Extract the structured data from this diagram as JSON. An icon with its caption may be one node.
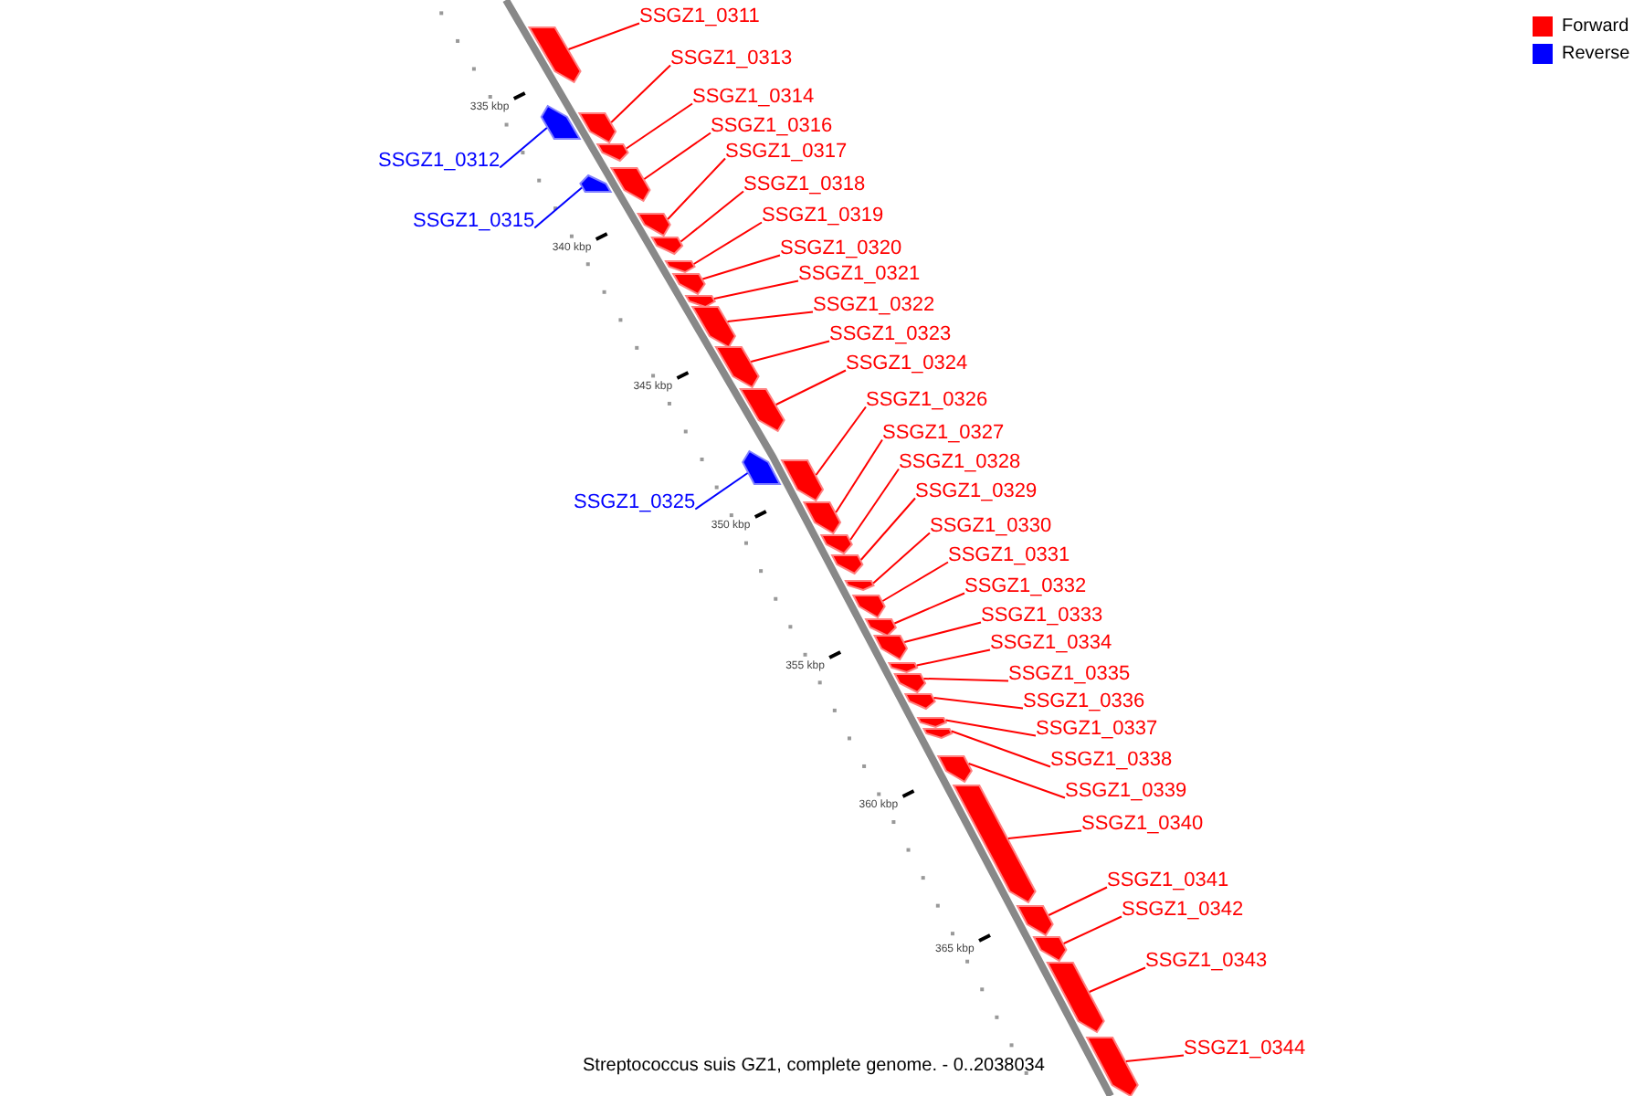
{
  "diagram": {
    "caption": "Streptococcus suis GZ1, complete genome. - 0..2038034",
    "nodes": [
      {
        "text": [
          "SSGZ1_0311"
        ]
      },
      {
        "text": [],
        "shape": "arrow"
      },
      {
        "text": [
          "SSGZ1_0312"
        ]
      },
      {
        "text": [],
        "shape": "arrow"
      },
      {
        "text": [
          "SSGZ1_0313"
        ]
      },
      {
        "text": [],
        "shape": "arrow"
      },
      {
        "text": [
          "SSGZ1_0314"
        ]
      },
      {
        "text": [],
        "shape": "arrow"
      },
      {
        "text": [
          "SSGZ1_0315"
        ]
      },
      {
        "text": [],
        "shape": "arrow"
      },
      {
        "text": [
          "SSGZ1_0316"
        ]
      },
      {
        "text": [],
        "shape": "arrow"
      },
      {
        "text": [
          "SSGZ1_0317"
        ]
      },
      {
        "text": [],
        "shape": "arrow"
      },
      {
        "text": [
          "SSGZ1_0318"
        ]
      },
      {
        "text": [],
        "shape": "arrow"
      },
      {
        "text": [
          "SSGZ1_0319"
        ]
      },
      {
        "text": [],
        "shape": "arrow"
      },
      {
        "text": [
          "SSGZ1_0320"
        ]
      },
      {
        "text": [],
        "shape": "arrow"
      },
      {
        "text": [
          "SSGZ1_0321"
        ]
      },
      {
        "text": [],
        "shape": "arrow"
      },
      {
        "text": [
          "SSGZ1_0322"
        ]
      },
      {
        "text": [],
        "shape": "arrow"
      },
      {
        "text": [
          "SSGZ1_0323"
        ]
      },
      {
        "text": [],
        "shape": "arrow"
      },
      {
        "text": [
          "SSGZ1_0324"
        ]
      },
      {
        "text": [],
        "shape": "arrow"
      },
      {
        "text": [
          "SSGZ1_0325"
        ]
      },
      {
        "text": [],
        "shape": "arrow"
      },
      {
        "text": [
          "SSGZ1_0326"
        ]
      },
      {
        "text": [],
        "shape": "arrow"
      },
      {
        "text": [
          "SSGZ1_0327"
        ]
      },
      {
        "text": [],
        "shape": "arrow"
      },
      {
        "text": [
          "SSGZ1_0328"
        ]
      },
      {
        "text": [],
        "shape": "arrow"
      },
      {
        "text": [
          "SSGZ1_0329"
        ]
      },
      {
        "text": [],
        "shape": "arrow"
      },
      {
        "text": [
          "SSGZ1_0330"
        ]
      },
      {
        "text": [],
        "shape": "arrow"
      },
      {
        "text": [
          "SSGZ1_0331"
        ]
      },
      {
        "text": [],
        "shape": "arrow"
      },
      {
        "text": [
          "SSGZ1_0332"
        ]
      },
      {
        "text": [],
        "shape": "arrow"
      },
      {
        "text": [
          "SSGZ1_0333"
        ]
      },
      {
        "text": [],
        "shape": "arrow"
      },
      {
        "text": [
          "SSGZ1_0334"
        ]
      },
      {
        "text": [],
        "shape": "arrow"
      },
      {
        "text": [
          "SSGZ1_0335"
        ]
      },
      {
        "text": [],
        "shape": "arrow"
      },
      {
        "text": [
          "SSGZ1_0336"
        ]
      },
      {
        "text": [],
        "shape": "arrow"
      },
      {
        "text": [
          "SSGZ1_0337"
        ]
      },
      {
        "text": [],
        "shape": "arrow"
      },
      {
        "text": [
          "SSGZ1_0338"
        ]
      },
      {
        "text": [],
        "shape": "arrow"
      },
      {
        "text": [
          "SSGZ1_0339"
        ]
      },
      {
        "text": [],
        "shape": "arrow"
      },
      {
        "text": [
          "SSGZ1_0340"
        ]
      },
      {
        "text": [],
        "shape": "arrow"
      },
      {
        "text": [
          "SSGZ1_0341"
        ]
      },
      {
        "text": [],
        "shape": "arrow"
      },
      {
        "text": [
          "SSGZ1_0342"
        ]
      },
      {
        "text": [],
        "shape": "arrow"
      },
      {
        "text": [
          "SSGZ1_0343"
        ]
      },
      {
        "text": [],
        "shape": "arrow"
      },
      {
        "text": [
          "SSGZ1_0344"
        ]
      },
      {
        "text": [],
        "shape": "arrow"
      }
    ],
    "edges": [
      {
        "from": 0,
        "to": 1,
        "arrow": "none"
      },
      {
        "from": 2,
        "to": 3,
        "arrow": "none",
        "color": "#0000ff"
      },
      {
        "from": 4,
        "to": 5,
        "arrow": "none"
      },
      {
        "from": 6,
        "to": 7,
        "arrow": "none"
      },
      {
        "from": 8,
        "to": 9,
        "arrow": "none",
        "color": "#0000ff"
      },
      {
        "from": 10,
        "to": 11,
        "arrow": "none"
      },
      {
        "from": 12,
        "to": 13,
        "arrow": "none"
      },
      {
        "from": 14,
        "to": 15,
        "arrow": "none"
      },
      {
        "from": 16,
        "to": 17,
        "arrow": "none"
      },
      {
        "from": 18,
        "to": 19,
        "arrow": "none"
      },
      {
        "from": 20,
        "to": 21,
        "arrow": "none"
      },
      {
        "from": 22,
        "to": 23,
        "arrow": "none"
      },
      {
        "from": 24,
        "to": 25,
        "arrow": "none"
      },
      {
        "from": 26,
        "to": 27,
        "arrow": "none"
      },
      {
        "from": 28,
        "to": 29,
        "arrow": "none",
        "color": "#0000ff"
      },
      {
        "from": 30,
        "to": 31,
        "arrow": "none"
      },
      {
        "from": 32,
        "to": 33,
        "arrow": "none"
      },
      {
        "from": 34,
        "to": 35,
        "arrow": "none"
      },
      {
        "from": 36,
        "to": 37,
        "arrow": "none"
      },
      {
        "from": 38,
        "to": 39,
        "arrow": "none"
      },
      {
        "from": 40,
        "to": 41,
        "arrow": "none"
      },
      {
        "from": 42,
        "to": 43,
        "arrow": "none"
      },
      {
        "from": 44,
        "to": 45,
        "arrow": "none"
      },
      {
        "from": 46,
        "to": 47,
        "arrow": "none"
      },
      {
        "from": 48,
        "to": 49,
        "arrow": "none"
      },
      {
        "from": 50,
        "to": 51,
        "arrow": "none"
      },
      {
        "from": 52,
        "to": 53,
        "arrow": "none"
      },
      {
        "from": 54,
        "to": 55,
        "arrow": "none"
      },
      {
        "from": 56,
        "to": 57,
        "arrow": "none"
      },
      {
        "from": 58,
        "to": 59,
        "arrow": "none"
      },
      {
        "from": 60,
        "to": 61,
        "arrow": "none"
      },
      {
        "from": 62,
        "to": 63,
        "arrow": "none"
      },
      {
        "from": 64,
        "to": 65,
        "arrow": "none"
      },
      {
        "from": 66,
        "to": 67,
        "arrow": "none"
      }
    ],
    "labels": [
      "335 kbp",
      "340 kbp",
      "345 kbp",
      "350 kbp",
      "355 kbp",
      "360 kbp",
      "365 kbp"
    ],
    "legend": [
      {
        "text": "Forward",
        "color": "#ff0000"
      },
      {
        "text": "Reverse",
        "color": "#0000ff"
      }
    ]
  }
}
